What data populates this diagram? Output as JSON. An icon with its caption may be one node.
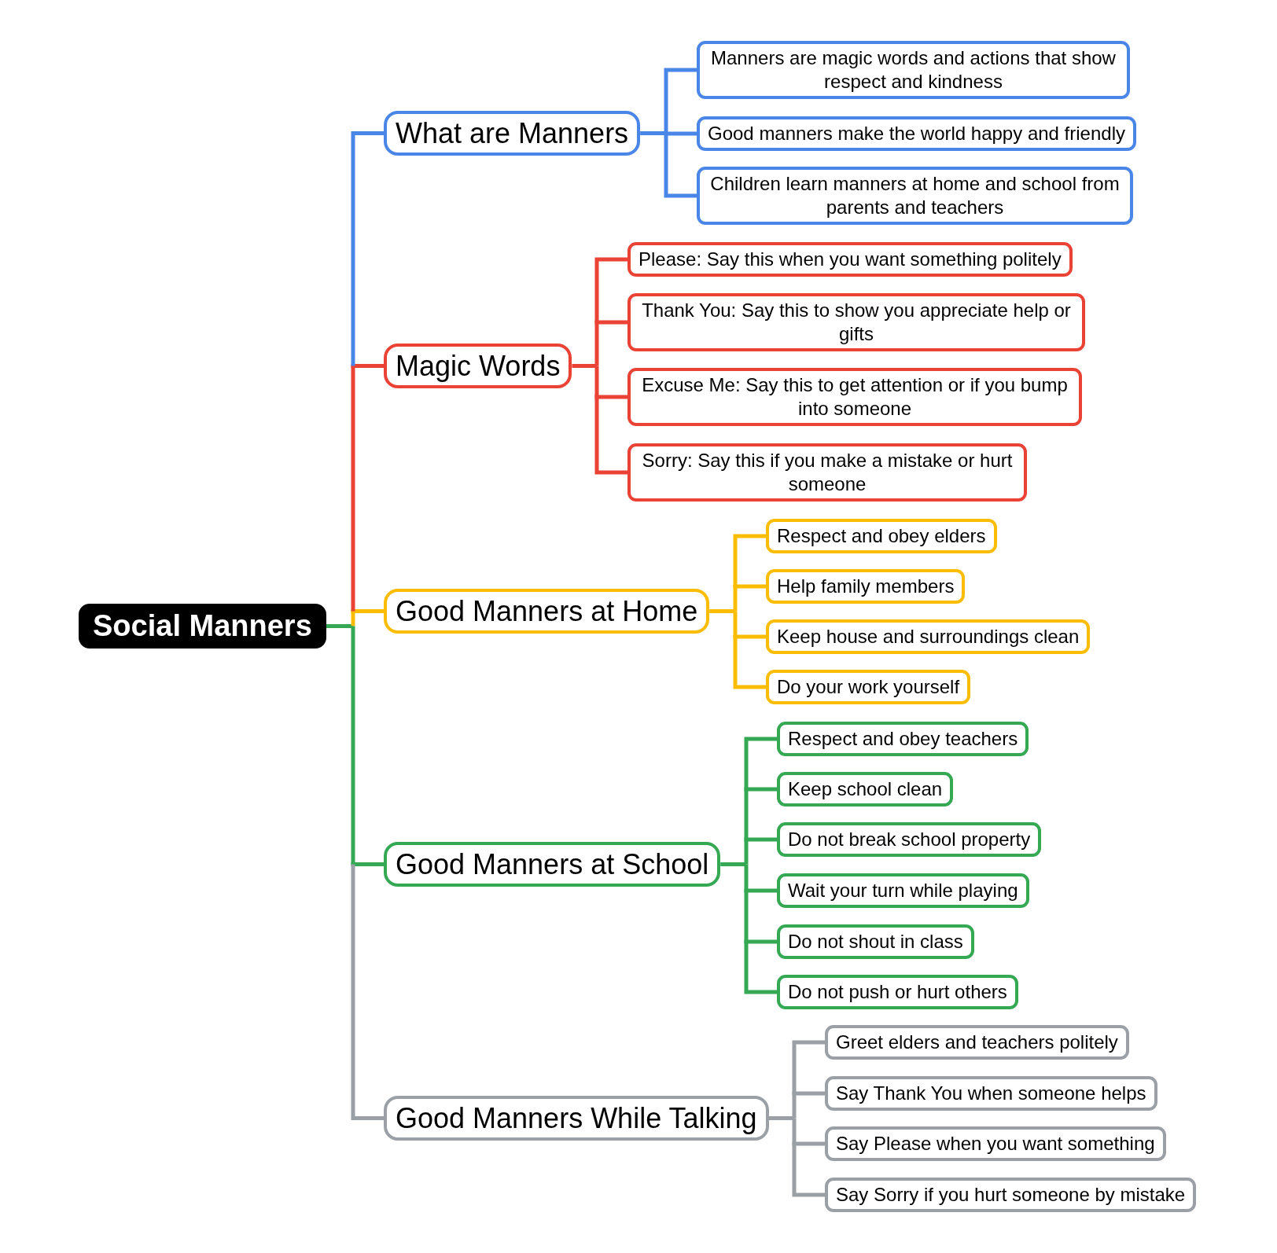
{
  "diagram": {
    "nodes": [
      {
        "text": [
          "Social Manners"
        ]
      },
      {
        "text": [
          "What are Manners"
        ]
      },
      {
        "text": [
          "Manners are magic words and actions that show respect and kindness"
        ]
      },
      {
        "text": [
          "Good manners make the world happy and friendly"
        ]
      },
      {
        "text": [
          "Children learn manners at home and school from parents and teachers"
        ]
      },
      {
        "text": [
          "Magic Words"
        ]
      },
      {
        "text": [
          "Please: Say this when you want something politely"
        ]
      },
      {
        "text": [
          "Thank You: Say this to show you appreciate help or gifts"
        ]
      },
      {
        "text": [
          "Excuse Me: Say this to get attention or if you bump into someone"
        ]
      },
      {
        "text": [
          "Sorry: Say this if you make a mistake or hurt someone"
        ]
      },
      {
        "text": [
          "Good Manners at Home"
        ]
      },
      {
        "text": [
          "Respect and obey elders"
        ]
      },
      {
        "text": [
          "Help family members"
        ]
      },
      {
        "text": [
          "Keep house and surroundings clean"
        ]
      },
      {
        "text": [
          "Do your work yourself"
        ]
      },
      {
        "text": [
          "Good Manners at School"
        ]
      },
      {
        "text": [
          "Respect and obey teachers"
        ]
      },
      {
        "text": [
          "Keep school clean"
        ]
      },
      {
        "text": [
          "Do not break school property"
        ]
      },
      {
        "text": [
          "Wait your turn while playing"
        ]
      },
      {
        "text": [
          "Do not shout in class"
        ]
      },
      {
        "text": [
          "Do not push or hurt others"
        ]
      },
      {
        "text": [
          "Good Manners While Talking"
        ]
      },
      {
        "text": [
          "Greet elders and teachers politely"
        ]
      },
      {
        "text": [
          "Say Thank You when someone helps"
        ]
      },
      {
        "text": [
          "Say Please when you want something"
        ]
      },
      {
        "text": [
          "Say Sorry if you hurt someone by mistake"
        ]
      }
    ],
    "edges": [
      {
        "from": 0,
        "to": 1,
        "arrow": "none",
        "color": "#4a86e8"
      },
      {
        "from": 1,
        "to": 2,
        "arrow": "none",
        "color": "#4a86e8"
      },
      {
        "from": 1,
        "to": 3,
        "arrow": "none",
        "color": "#4a86e8"
      },
      {
        "from": 1,
        "to": 4,
        "arrow": "none",
        "color": "#4a86e8"
      },
      {
        "from": 0,
        "to": 5,
        "arrow": "none",
        "color": "#ea4335"
      },
      {
        "from": 5,
        "to": 6,
        "arrow": "none",
        "color": "#ea4335"
      },
      {
        "from": 5,
        "to": 7,
        "arrow": "none",
        "color": "#ea4335"
      },
      {
        "from": 5,
        "to": 8,
        "arrow": "none",
        "color": "#ea4335"
      },
      {
        "from": 5,
        "to": 9,
        "arrow": "none",
        "color": "#ea4335"
      },
      {
        "from": 0,
        "to": 10,
        "arrow": "none",
        "color": "#fbbc04"
      },
      {
        "from": 10,
        "to": 11,
        "arrow": "none",
        "color": "#fbbc04"
      },
      {
        "from": 10,
        "to": 12,
        "arrow": "none",
        "color": "#fbbc04"
      },
      {
        "from": 10,
        "to": 13,
        "arrow": "none",
        "color": "#fbbc04"
      },
      {
        "from": 10,
        "to": 14,
        "arrow": "none",
        "color": "#fbbc04"
      },
      {
        "from": 0,
        "to": 15,
        "arrow": "none",
        "color": "#34a853"
      },
      {
        "from": 15,
        "to": 16,
        "arrow": "none",
        "color": "#34a853"
      },
      {
        "from": 15,
        "to": 17,
        "arrow": "none",
        "color": "#34a853"
      },
      {
        "from": 15,
        "to": 18,
        "arrow": "none",
        "color": "#34a853"
      },
      {
        "from": 15,
        "to": 19,
        "arrow": "none",
        "color": "#34a853"
      },
      {
        "from": 15,
        "to": 20,
        "arrow": "none",
        "color": "#34a853"
      },
      {
        "from": 15,
        "to": 21,
        "arrow": "none",
        "color": "#34a853"
      },
      {
        "from": 0,
        "to": 22,
        "arrow": "none",
        "color": "#9aa0a6"
      },
      {
        "from": 22,
        "to": 23,
        "arrow": "none",
        "color": "#9aa0a6"
      },
      {
        "from": 22,
        "to": 24,
        "arrow": "none",
        "color": "#9aa0a6"
      },
      {
        "from": 22,
        "to": 25,
        "arrow": "none",
        "color": "#9aa0a6"
      },
      {
        "from": 22,
        "to": 26,
        "arrow": "none",
        "color": "#9aa0a6"
      }
    ]
  }
}
